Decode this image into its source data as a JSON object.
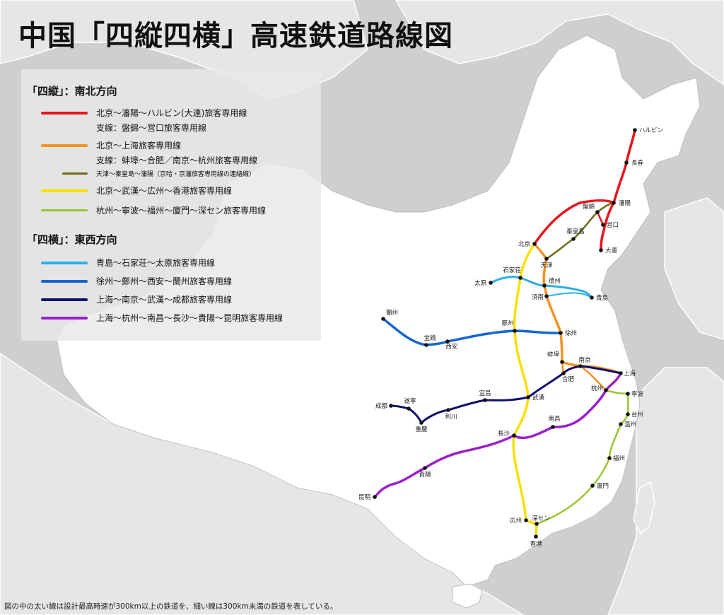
{
  "title": "中国「四縦四横」高速鉄道路線図",
  "legend": {
    "vertical_heading": "「四縦」：南北方向",
    "horizontal_heading": "「四横」：東西方向",
    "vertical": [
      {
        "id": "beijing-harbin",
        "label": "北京〜瀋陽〜ハルビン(大連)旅客専用線",
        "sub": "支線：盤錦〜営口旅客専用線",
        "color": "#e8141c"
      },
      {
        "id": "beijing-shanghai",
        "label": "北京〜上海旅客専用線",
        "sub": "支線：蚌埠〜合肥／南京〜杭州旅客専用線",
        "color": "#f39321"
      },
      {
        "id": "tianjin-shenyang",
        "label": "天津〜秦皇島〜瀋陽（京哈・京瀋旅客専用線の連絡線）",
        "color": "#6b6b1a"
      },
      {
        "id": "beijing-hongkong",
        "label": "北京〜武漢〜広州〜香港旅客専用線",
        "color": "#f8e000"
      },
      {
        "id": "hangzhou-shenzhen",
        "label": "杭州〜寧波〜福州〜廈門〜深セン旅客専用線",
        "color": "#9ac530"
      }
    ],
    "horizontal": [
      {
        "id": "qingdao-taiyuan",
        "label": "青島〜石家荘〜太原旅客専用線",
        "color": "#2ab0e0"
      },
      {
        "id": "xuzhou-lanzhou",
        "label": "徐州〜鄭州〜西安〜蘭州旅客専用線",
        "color": "#1565d0"
      },
      {
        "id": "shanghai-chengdu",
        "label": "上海〜南京〜武漢〜成都旅客専用線",
        "color": "#10106a"
      },
      {
        "id": "shanghai-kunming",
        "label": "上海〜杭州〜南昌〜長沙〜貴陽〜昆明旅客専用線",
        "color": "#9a20c8"
      }
    ]
  },
  "cities": {
    "harbin": "ハルビン",
    "changchun": "長春",
    "shenyang": "瀋陽",
    "panjin": "盤錦",
    "yingkou": "営口",
    "dalian": "大連",
    "qinhuangdao": "秦皇島",
    "beijing": "北京",
    "tianjin": "天津",
    "shijiazhuang": "石家荘",
    "taiyuan": "太原",
    "dezhou": "徳州",
    "jinan": "済南",
    "qingdao": "青島",
    "lanzhou": "蘭州",
    "zhengzhou": "鄭州",
    "xuzhou": "徐州",
    "baoji": "宝鶏",
    "xian": "西安",
    "bengbu": "蚌埠",
    "nanjing": "南京",
    "hefei": "合肥",
    "shanghai": "上海",
    "hangzhou": "杭州",
    "ningbo": "寧波",
    "taizhou": "台州",
    "wenzhou": "温州",
    "fuzhou": "福州",
    "xiamen": "廈門",
    "yichang": "宜昌",
    "wuhan": "武漢",
    "chengdu": "成都",
    "suining": "遂寧",
    "chongqing": "重慶",
    "lichuan": "利川",
    "changsha": "長沙",
    "nanchang": "南昌",
    "guiyang": "貴陽",
    "kunming": "昆明",
    "guangzhou": "広州",
    "shenzhen": "深セン",
    "hongkong": "香港"
  },
  "footnote": "図の中の太い線は設計最高時速が300km以上の鉄道を、細い線は300km未満の鉄道を表している。"
}
